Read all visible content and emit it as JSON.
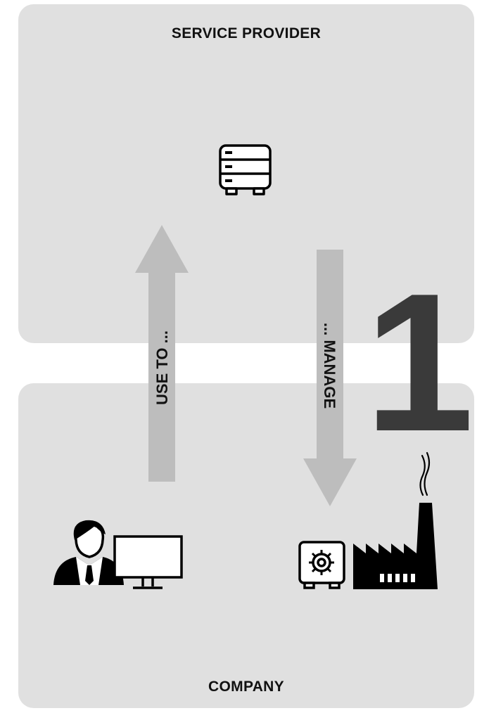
{
  "diagram": {
    "top_panel": {
      "title": "SERVICE PROVIDER"
    },
    "bottom_panel": {
      "title": "COMPANY"
    },
    "arrows": [
      {
        "direction": "up",
        "label": "USE TO ..."
      },
      {
        "direction": "down",
        "label": "... MANAGE"
      }
    ],
    "step_number": "1",
    "icons": [
      "server-icon",
      "business-user-icon",
      "monitor-icon",
      "safe-gear-icon",
      "factory-icon"
    ],
    "colors": {
      "panel": "#e0e0e0",
      "arrow": "#bdbdbd",
      "number": "#3a3a3a",
      "icon": "#000000"
    }
  }
}
